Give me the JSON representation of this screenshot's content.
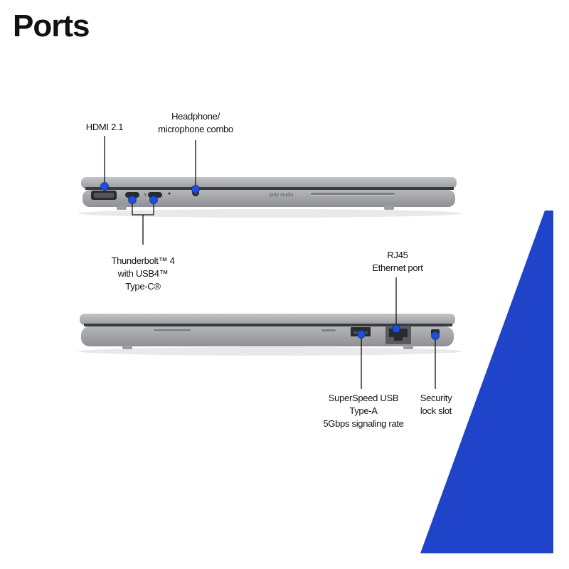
{
  "page": {
    "title": "Ports",
    "accent_color": "#1f44c9",
    "dot_color": "#1d4fd8",
    "chassis_color": "#a9aaae"
  },
  "left_side": {
    "brand_text": "poly studio",
    "ports": [
      {
        "id": "hdmi",
        "lines": [
          "HDMI 2.1"
        ]
      },
      {
        "id": "audio",
        "lines": [
          "Headphone/",
          "microphone combo"
        ]
      },
      {
        "id": "thunderbolt",
        "lines": [
          "Thunderbolt™ 4",
          "with USB4™",
          "Type-C®"
        ]
      }
    ]
  },
  "right_side": {
    "ports": [
      {
        "id": "rj45",
        "lines": [
          "RJ45",
          "Ethernet port"
        ]
      },
      {
        "id": "usba",
        "lines": [
          "SuperSpeed USB",
          "Type-A",
          "5Gbps signaling rate"
        ]
      },
      {
        "id": "lock",
        "lines": [
          "Security",
          "lock slot"
        ]
      }
    ]
  }
}
